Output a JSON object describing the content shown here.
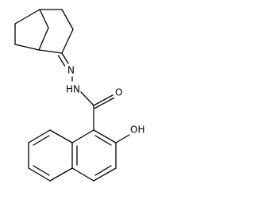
{
  "molecule": {
    "atom_labels": {
      "imine_nitrogen": "N",
      "amide_nitrogen": "N",
      "amide_hydrogen": "H",
      "carbonyl_oxygen": "O",
      "hydroxyl_group": "OH"
    },
    "line_color": "#000000",
    "background_color": "#ffffff"
  }
}
